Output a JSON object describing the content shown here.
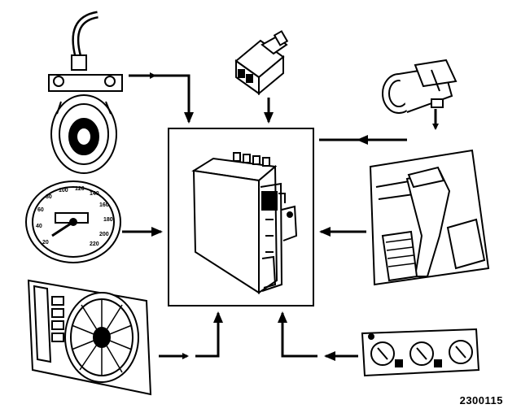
{
  "figure": {
    "reference_number": "2300115"
  },
  "components": [
    {
      "id": "ecu",
      "icon": "control-unit-icon"
    },
    {
      "id": "crank-sensor",
      "icon": "crankshaft-position-sensor-icon"
    },
    {
      "id": "temp-sensor",
      "icon": "coolant-temperature-sensor-icon"
    },
    {
      "id": "air-mass-meter",
      "icon": "air-mass-meter-icon"
    },
    {
      "id": "speedometer",
      "icon": "speedometer-icon"
    },
    {
      "id": "gear-selector",
      "icon": "gear-selector-icon"
    },
    {
      "id": "radiator-fan",
      "icon": "radiator-fan-icon"
    },
    {
      "id": "climate-panel",
      "icon": "climate-control-panel-icon"
    }
  ],
  "speedometer": {
    "dial_numbers": [
      "20",
      "40",
      "60",
      "80",
      "100",
      "120",
      "140",
      "160",
      "180",
      "200",
      "220"
    ]
  }
}
